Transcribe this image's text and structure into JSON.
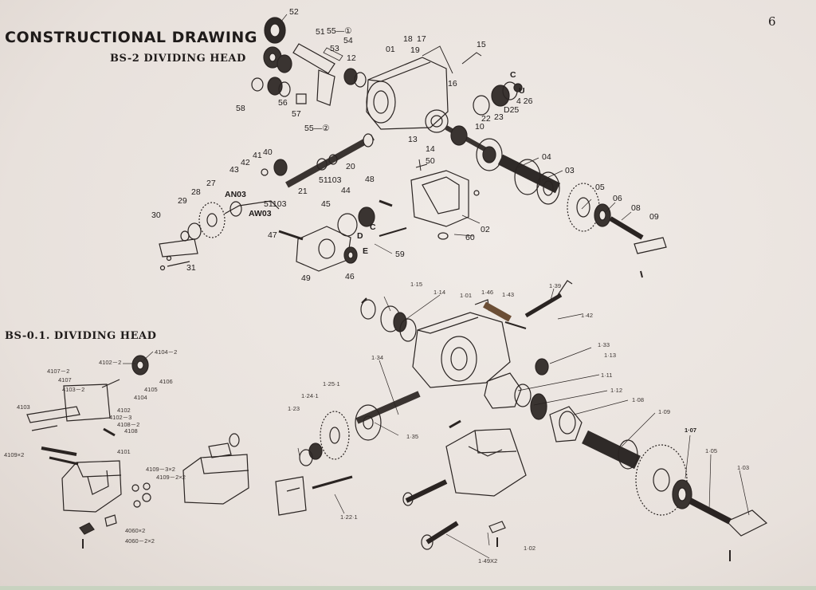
{
  "page_number": "6",
  "title": "CONSTRUCTIONAL DRAWING",
  "subtitle_top": "BS-2 DIVIDING HEAD",
  "subtitle_bottom": "BS-0.1. DIVIDING HEAD",
  "labels_bs2": [
    {
      "id": "p52",
      "text": "52"
    },
    {
      "id": "p51",
      "text": "51"
    },
    {
      "id": "p55a",
      "text": "55—①"
    },
    {
      "id": "p53",
      "text": "53"
    },
    {
      "id": "p54",
      "text": "54"
    },
    {
      "id": "p12",
      "text": "12"
    },
    {
      "id": "p01",
      "text": "01"
    },
    {
      "id": "p18",
      "text": "18"
    },
    {
      "id": "p19",
      "text": "19"
    },
    {
      "id": "p17",
      "text": "17"
    },
    {
      "id": "p15",
      "text": "15"
    },
    {
      "id": "p16",
      "text": "16"
    },
    {
      "id": "p58",
      "text": "58"
    },
    {
      "id": "p56",
      "text": "56"
    },
    {
      "id": "p57",
      "text": "57"
    },
    {
      "id": "p55b",
      "text": "55—②"
    },
    {
      "id": "pC1",
      "text": "C"
    },
    {
      "id": "pU",
      "text": "U"
    },
    {
      "id": "p26",
      "text": "4 26"
    },
    {
      "id": "p22",
      "text": "22"
    },
    {
      "id": "p23",
      "text": "23"
    },
    {
      "id": "pD25",
      "text": "D25"
    },
    {
      "id": "p10",
      "text": "10"
    },
    {
      "id": "p13",
      "text": "13"
    },
    {
      "id": "p14",
      "text": "14"
    },
    {
      "id": "p04",
      "text": "04"
    },
    {
      "id": "p03",
      "text": "03"
    },
    {
      "id": "p05",
      "text": "05"
    },
    {
      "id": "p06",
      "text": "06"
    },
    {
      "id": "p08",
      "text": "08"
    },
    {
      "id": "p09",
      "text": "09"
    },
    {
      "id": "p40",
      "text": "40"
    },
    {
      "id": "p41",
      "text": "41"
    },
    {
      "id": "p42",
      "text": "42"
    },
    {
      "id": "p43",
      "text": "43"
    },
    {
      "id": "p20",
      "text": "20"
    },
    {
      "id": "p50",
      "text": "50"
    },
    {
      "id": "p51103a",
      "text": "51103"
    },
    {
      "id": "p21",
      "text": "21"
    },
    {
      "id": "p48",
      "text": "48"
    },
    {
      "id": "p44",
      "text": "44"
    },
    {
      "id": "pAN03",
      "text": "AN03"
    },
    {
      "id": "p51103b",
      "text": "51103"
    },
    {
      "id": "pAW03",
      "text": "AW03"
    },
    {
      "id": "p27",
      "text": "27"
    },
    {
      "id": "p28",
      "text": "28"
    },
    {
      "id": "p29",
      "text": "29"
    },
    {
      "id": "p30",
      "text": "30"
    },
    {
      "id": "p45",
      "text": "45"
    },
    {
      "id": "pC2",
      "text": "C"
    },
    {
      "id": "pD",
      "text": "D"
    },
    {
      "id": "p47",
      "text": "47"
    },
    {
      "id": "pE",
      "text": "E"
    },
    {
      "id": "p02",
      "text": "02"
    },
    {
      "id": "p60",
      "text": "60"
    },
    {
      "id": "p59",
      "text": "59"
    },
    {
      "id": "p31",
      "text": "31"
    },
    {
      "id": "p49",
      "text": "49"
    },
    {
      "id": "p46",
      "text": "46"
    }
  ],
  "labels_bs01": [
    {
      "id": "q115",
      "text": "1·15"
    },
    {
      "id": "q114",
      "text": "1·14"
    },
    {
      "id": "q101",
      "text": "1·01"
    },
    {
      "id": "q146",
      "text": "1·46"
    },
    {
      "id": "q143",
      "text": "1·43"
    },
    {
      "id": "q139",
      "text": "1·39"
    },
    {
      "id": "q142",
      "text": "1·42"
    },
    {
      "id": "q133",
      "text": "1·33"
    },
    {
      "id": "q113",
      "text": "1·13"
    },
    {
      "id": "q134",
      "text": "1·34"
    },
    {
      "id": "q111",
      "text": "1·11"
    },
    {
      "id": "q112",
      "text": "1·12"
    },
    {
      "id": "q108",
      "text": "1·08"
    },
    {
      "id": "q1251",
      "text": "1·25·1"
    },
    {
      "id": "q1241",
      "text": "1·24·1"
    },
    {
      "id": "q123",
      "text": "1·23"
    },
    {
      "id": "q135",
      "text": "1·35"
    },
    {
      "id": "q109",
      "text": "1·09"
    },
    {
      "id": "q107",
      "text": "1·07"
    },
    {
      "id": "q105",
      "text": "1·05"
    },
    {
      "id": "q103",
      "text": "1·03"
    },
    {
      "id": "q1221",
      "text": "1·22·1"
    },
    {
      "id": "q102",
      "text": "1·02"
    },
    {
      "id": "q149",
      "text": "1·49X2"
    },
    {
      "id": "r41042",
      "text": "4104－2"
    },
    {
      "id": "r41022",
      "text": "4102－2"
    },
    {
      "id": "r41072",
      "text": "4107－2"
    },
    {
      "id": "r4107",
      "text": "4107"
    },
    {
      "id": "r41032",
      "text": "4103－2"
    },
    {
      "id": "r4106",
      "text": "4106"
    },
    {
      "id": "r4105",
      "text": "4105"
    },
    {
      "id": "r4104",
      "text": "4104"
    },
    {
      "id": "r4102",
      "text": "4102"
    },
    {
      "id": "r41023",
      "text": "4102－3"
    },
    {
      "id": "r41082",
      "text": "4108－2"
    },
    {
      "id": "r4108",
      "text": "4108"
    },
    {
      "id": "r4103",
      "text": "4103"
    },
    {
      "id": "r4109x2",
      "text": "4109×2"
    },
    {
      "id": "r4101",
      "text": "4101"
    },
    {
      "id": "r41093",
      "text": "4109－3×2"
    },
    {
      "id": "r41092",
      "text": "4109－2×2"
    },
    {
      "id": "r4060",
      "text": "4060×2"
    },
    {
      "id": "r40602",
      "text": "4060－2×2"
    }
  ]
}
